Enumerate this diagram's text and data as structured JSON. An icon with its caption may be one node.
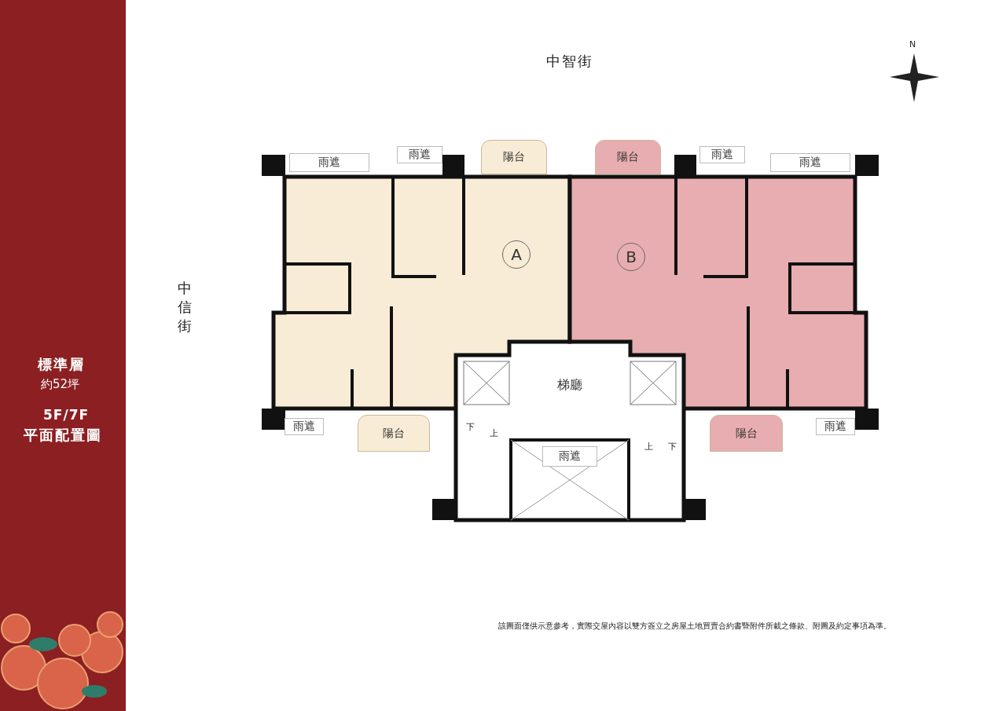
{
  "diagram": {
    "nodes": [
      {
        "text": [
          "雨遮"
        ]
      },
      {
        "text": [
          "雨遮"
        ]
      },
      {
        "text": [
          "陽台"
        ]
      },
      {
        "text": [
          "陽台"
        ]
      },
      {
        "text": [
          "雨遮"
        ]
      },
      {
        "text": [
          "雨遮"
        ]
      },
      {
        "text": [
          "A"
        ]
      },
      {
        "text": [
          "B"
        ]
      },
      {
        "text": [
          "梯廳"
        ]
      },
      {
        "text": [
          "雨遮"
        ]
      },
      {
        "text": [
          "陽台"
        ]
      },
      {
        "text": [
          "陽台"
        ]
      },
      {
        "text": [
          "雨遮"
        ]
      },
      {
        "text": [
          "雨遮"
        ]
      }
    ],
    "edges": [],
    "labels": [
      "下",
      "上",
      "上",
      "下",
      "N",
      "中智街",
      "中信街",
      "標準層",
      "約52坪",
      "5F/7F",
      "平面配置圖",
      "該圖面僅供示意參考，實際交屋內容以雙方簽立之房屋土地買賣合約書暨附件所載之條款、附圖及約定事項為準。"
    ]
  }
}
